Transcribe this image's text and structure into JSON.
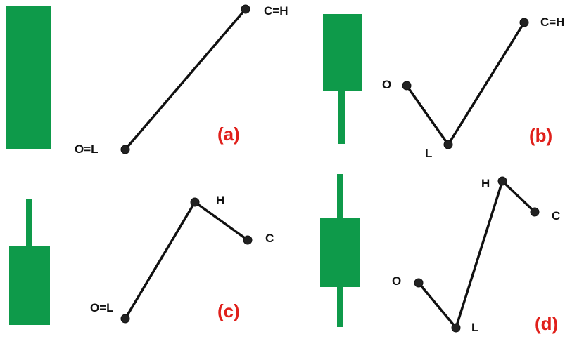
{
  "colors": {
    "candle": "#0e9a4a",
    "line": "#111111",
    "dot_fill": "#222222",
    "tag": "#e0201b",
    "background": "#ffffff"
  },
  "panels": {
    "a": {
      "tag": "(a)",
      "points": {
        "o_l": "O=L",
        "c_h": "C=H"
      }
    },
    "b": {
      "tag": "(b)",
      "points": {
        "o": "O",
        "l": "L",
        "c_h": "C=H"
      }
    },
    "c": {
      "tag": "(c)",
      "points": {
        "o_l": "O=L",
        "h": "H",
        "c": "C"
      }
    },
    "d": {
      "tag": "(d)",
      "points": {
        "o": "O",
        "l": "L",
        "h": "H",
        "c": "C"
      }
    }
  }
}
